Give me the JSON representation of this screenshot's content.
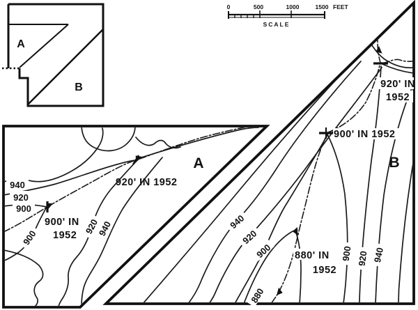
{
  "colors": {
    "ink": "#1a1a1a",
    "paper": "#ffffff"
  },
  "inset": {
    "panel_a_label": "A",
    "panel_b_label": "B"
  },
  "scale_bar": {
    "tick_0": "0",
    "tick_500": "500",
    "tick_1000": "1000",
    "tick_1500": "1500",
    "unit": "FEET",
    "caption": "SCALE"
  },
  "panel_a": {
    "panel_label": "A",
    "edge_label_940": "940",
    "edge_label_920": "920",
    "edge_label_900": "900",
    "knickpoint_920": "920' IN 1952",
    "knickpoint_900_line1": "900' IN",
    "knickpoint_900_line2": "1952",
    "rotated_900": "900",
    "rotated_920": "920",
    "rotated_940": "940"
  },
  "panel_b": {
    "panel_label": "B",
    "knickpoint_920_line1": "920' IN",
    "knickpoint_920_line2": "1952",
    "knickpoint_900": "900' IN 1952",
    "knickpoint_880_line1": "880' IN",
    "knickpoint_880_line2": "1952",
    "west_label_940": "940",
    "west_label_920": "920",
    "west_label_900": "900",
    "east_label_900": "900",
    "east_label_920": "920",
    "east_label_940": "940",
    "stream_label_880": "880"
  }
}
